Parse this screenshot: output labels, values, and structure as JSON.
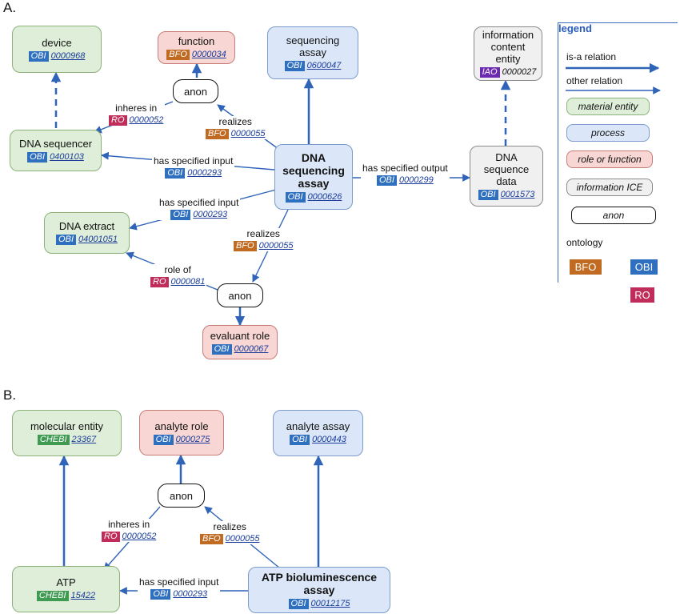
{
  "section_a": "A.",
  "section_b": "B.",
  "colors": {
    "BFO": "#c06a22",
    "OBI": "#2f6fc0",
    "RO": "#c12d5a",
    "IAO": "#6b2bb0",
    "CHEBI": "#3f9a52",
    "edge": "#2f64b8"
  },
  "nodes": {
    "device": {
      "title": "device",
      "prefix": "OBI",
      "id": "0000968"
    },
    "function": {
      "title": "function",
      "prefix": "BFO",
      "id": "0000034"
    },
    "seq_assay": {
      "title": "sequencing assay",
      "prefix": "OBI",
      "id": "0600047"
    },
    "ice": {
      "title": "information content entity",
      "prefix": "IAO",
      "id": "0000027"
    },
    "anon1": {
      "title": "anon"
    },
    "dna_sequencer": {
      "title": "DNA sequencer",
      "prefix": "OBI",
      "id": "0400103"
    },
    "dna_seq_assay": {
      "title": "DNA sequencing assay",
      "prefix": "OBI",
      "id": "0000626"
    },
    "dna_seq_data": {
      "title": "DNA sequence data",
      "prefix": "OBI",
      "id": "0001573"
    },
    "dna_extract": {
      "title": "DNA extract",
      "prefix": "OBI",
      "id": "04001051"
    },
    "anon2": {
      "title": "anon"
    },
    "evaluant_role": {
      "title": "evaluant role",
      "prefix": "OBI",
      "id": "0000067"
    },
    "molecular_entity": {
      "title": "molecular entity",
      "prefix": "CHEBI",
      "id": "23367"
    },
    "analyte_role": {
      "title": "analyte role",
      "prefix": "OBI",
      "id": "0000275"
    },
    "analyte_assay": {
      "title": "analyte assay",
      "prefix": "OBI",
      "id": "0000443"
    },
    "anon3": {
      "title": "anon"
    },
    "atp": {
      "title": "ATP",
      "prefix": "CHEBI",
      "id": "15422"
    },
    "atp_assay": {
      "title": "ATP bioluminescence assay",
      "prefix": "OBI",
      "id": "00012175"
    }
  },
  "edges": {
    "inheres_in_a": {
      "label": "inheres in",
      "prefix": "RO",
      "id": "0000052"
    },
    "realizes_a1": {
      "label": "realizes",
      "prefix": "BFO",
      "id": "0000055"
    },
    "has_input_a1": {
      "label": "has specified input",
      "prefix": "OBI",
      "id": "0000293"
    },
    "has_output_a": {
      "label": "has specified output",
      "prefix": "OBI",
      "id": "0000299"
    },
    "has_input_a2": {
      "label": "has specified input",
      "prefix": "OBI",
      "id": "0000293"
    },
    "realizes_a2": {
      "label": "realizes",
      "prefix": "BFO",
      "id": "0000055"
    },
    "role_of_a": {
      "label": "role of",
      "prefix": "RO",
      "id": "0000081"
    },
    "inheres_in_b": {
      "label": "inheres in",
      "prefix": "RO",
      "id": "0000052"
    },
    "realizes_b": {
      "label": "realizes",
      "prefix": "BFO",
      "id": "0000055"
    },
    "has_input_b": {
      "label": "has specified input",
      "prefix": "OBI",
      "id": "0000293"
    }
  },
  "legend": {
    "title": "legend",
    "isa": "is-a relation",
    "other": "other relation",
    "material": "material entity",
    "process": "process",
    "role": "role or function",
    "ice": "information ICE",
    "anon": "anon",
    "ontology": "ontology",
    "bfo": "BFO",
    "obi": "OBI",
    "ro": "RO"
  }
}
